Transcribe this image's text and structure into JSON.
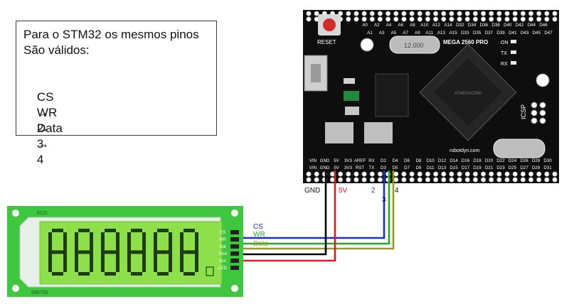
{
  "note": {
    "line1": "Para o STM32 os mesmos pinos",
    "line2": "São válidos:",
    "mappings": [
      {
        "signal": "CS",
        "arrow": "→",
        "pin": "2"
      },
      {
        "signal": "WR",
        "arrow": "→",
        "pin": "3"
      },
      {
        "signal": "Data",
        "arrow": "→",
        "pin": "4"
      }
    ]
  },
  "board": {
    "reset_label": "RESET",
    "model_label": "MEGA 2560 PRO",
    "maker_label": "robotdyn.com",
    "crystal_label": "12.000",
    "led_labels": [
      "ON",
      "TX",
      "RX"
    ],
    "icsp_label": "ICSP",
    "top_pins_row1": [
      "A0",
      "A2",
      "A4",
      "A6",
      "A8",
      "A10",
      "A12",
      "A14",
      "D32",
      "D34",
      "D36",
      "D38",
      "D40",
      "D42",
      "D44",
      "D46"
    ],
    "top_pins_row2": [
      "A1",
      "A3",
      "A5",
      "A7",
      "A9",
      "A11",
      "A13",
      "A15",
      "D33",
      "D35",
      "D37",
      "D39",
      "D41",
      "D43",
      "D45",
      "D47"
    ],
    "bottom_pins_row1": [
      "VIN",
      "GND",
      "5V",
      "3V3",
      "AREF",
      "RX",
      "D2",
      "D4",
      "D6",
      "D8",
      "D10",
      "D12",
      "D14",
      "D16",
      "D18",
      "D20",
      "D22",
      "D24",
      "D26",
      "D28",
      "D30"
    ],
    "bottom_pins_row2": [
      "VIN",
      "GND",
      "5V",
      "3V3",
      "RST",
      "TX",
      "D3",
      "D5",
      "D7",
      "D9",
      "D11",
      "D13",
      "D15",
      "D17",
      "D19",
      "D21",
      "D23",
      "D25",
      "D27",
      "D29",
      "D31"
    ],
    "chip_text": "ATMEGA2560"
  },
  "wires": {
    "gnd_label": "GND",
    "v5_label": "5V",
    "pin2_label": "2",
    "pin3_label": "3",
    "pin4_label": "4",
    "cs_label": "CS",
    "wr_label": "WR",
    "data_label": "Data"
  },
  "lcd": {
    "digits": "888888",
    "part_number": "688750",
    "pin_labels": [
      "CS",
      "WR",
      "Dat",
      "Gnd",
      "Vcc",
      "LED"
    ],
    "corner_text": "ECD"
  },
  "colors": {
    "pcb": "#101010",
    "lcd_board": "#3fc83f",
    "lcd_window": "#8ee04a",
    "wire_cs": "#1a2fd6",
    "wire_wr": "#27a827",
    "wire_data": "#9a9a22",
    "wire_gnd": "#000000",
    "wire_5v": "#e01b1b"
  }
}
